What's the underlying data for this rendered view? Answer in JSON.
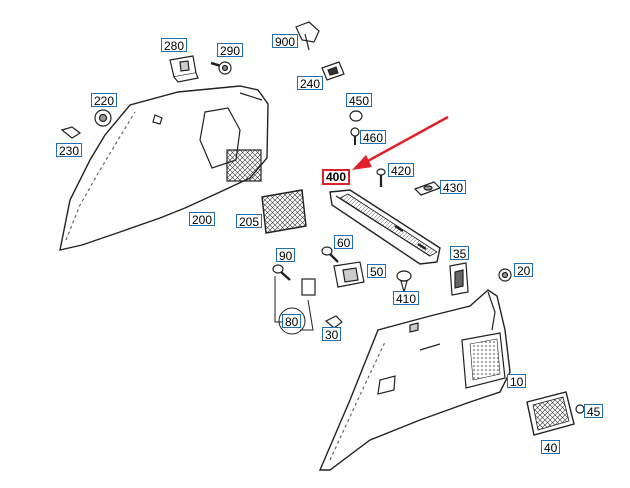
{
  "highlight_color": "#e0202a",
  "label_border_color": "#1f6fb0",
  "highlighted_part": "400",
  "labels": {
    "l280": "280",
    "l290": "290",
    "l900": "900",
    "l240": "240",
    "l220": "220",
    "l230": "230",
    "l450": "450",
    "l460": "460",
    "l400": "400",
    "l420": "420",
    "l430": "430",
    "l200": "200",
    "l205": "205",
    "l60": "60",
    "l90": "90",
    "l35": "35",
    "l20": "20",
    "l50": "50",
    "l410": "410",
    "l80": "80",
    "l30": "30",
    "l10": "10",
    "l45": "45",
    "l40": "40"
  }
}
